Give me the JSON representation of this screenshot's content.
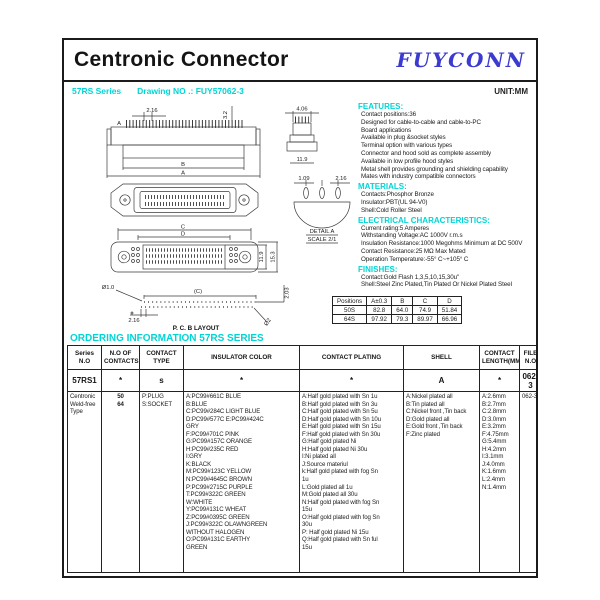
{
  "header": {
    "title": "Centronic Connector",
    "logo": "FUYCONN",
    "series": "57RS Series",
    "drawing_no": "Drawing NO .: FUY57062-3",
    "unit": "UNIT:MM"
  },
  "specs": {
    "features": {
      "heading": "FEATURES:",
      "items": [
        "Contact positions:36",
        "Designed for cable-to-cable and cable-to-PC",
        "Board applications",
        "Available in plug &socket styles",
        "Terminal option with various types",
        "Connector and hood sold as complete assembly",
        "Available in low profile hood styles",
        "Metal shell provides grounding and shielding capability",
        "Mates with industry compatible connectors"
      ]
    },
    "materials": {
      "heading": "MATERIALS:",
      "items": [
        "Contacts:Phosphor Bronze",
        "Insulator:PBT(UL 94-V0)",
        "Shell:Cold Roller Steel"
      ]
    },
    "electrical": {
      "heading": "ELECTRICAL CHARACTERISTICS:",
      "items": [
        "Current rating:5 Amperes",
        "Withstanding Voltage:AC 1000V r.m.s",
        "Insulation Resistance:1000  Megohms Minimum at DC 500V",
        "Contact Resistance:25 MΩ  Max Mated",
        "Operation Temperature:-55° C~+105° C"
      ]
    },
    "finishes": {
      "heading": "FINISHES:",
      "items": [
        "Contact:Gold Flash 1,3,5,10,15,30u\"",
        "Shell:Steel Zinc Plated,Tin Plated Or Nickel Plated Steel"
      ]
    }
  },
  "positions_table": {
    "headers": [
      "Positions",
      "A±0.3",
      "B",
      "C",
      "D"
    ],
    "rows": [
      [
        "50S",
        "82.8",
        "64.0",
        "74.9",
        "51.84"
      ],
      [
        "64S",
        "97.92",
        "79.3",
        "89.97",
        "66.96"
      ]
    ]
  },
  "ordering": {
    "heading": "ORDERING INFORMATION 57RS SERIES",
    "col_headers": [
      "Series\nN.O",
      "N.O OF\nCONTACTS",
      "CONTACT\nTYPE",
      "INSULATOR COLOR",
      "CONTACT PLATING",
      "SHELL",
      "CONTACT\nLENGTH(MM)",
      "FILE\nN.O"
    ],
    "code_row": [
      "57RS1",
      "*",
      "s",
      "*",
      "*",
      "A",
      "*",
      "062-3"
    ],
    "detail_row": {
      "series": "Centronic\nWeld-free\nType",
      "contacts": "50\n64",
      "contact_type": "P:PLUG\nS:SOCKET",
      "insulator_color": "A:PC99#661C BLUE\nB:BLUE\nC:PC99#284C LIGHT BLUE\nD:PC99#577C E:PC99#424C\nGRY\nF:PC99#701C PINK\nG:PC99#157C ORANGE\nH:PC99#235C RED\nI:GRY\nK:BLACK\nM:PC99#123C YELLOW\nN:PC99#4645C BROWN\nP:PC99#2715C PURPLE\nT:PC99#322C GREEN\nW:WHITE\nY:PC99#131C WHEAT\nZ:PC99#0395C GREEN\nJ:PC99#322C OLAWNGREEN\nWITHOUT HALOGEN\nO:PC99#131C EARTHY\nGREEN",
      "contact_plating": "A:Half gold plated with Sn 1u\nB:Half gold plated with Sn 3u\nC:Half gold plated with Sn 5u\nD:Half gold plated with Sn 10u\nE:Half gold plated with Sn 15u\nF:Half gold plated with Sn 30u\nG:Half gold plated Ni\nH:Half gold plated Ni 30u\nI:Ni plated all\nJ:Source materiul\nk:Half gold plated with fog Sn\n1u\nL:Gold plated all 1u\nM:Gold plated all 30u\nN:Half gold plated with fog Sn\n15u\nO:Half gold plated with fog Sn\n30u\nP:  Half gold plated Ni 15u\nQ:Half gold plated with Sn ful\n15u",
      "shell": "A:Nickel plated all\nB:Tin plated all\nC:Nickel front ,Tin back\nD:Gold plated all\nE:Gold front ,Tin back\nF:Zinc plated",
      "contact_length": "A:2.6mm\nB:2.7mm\nC:2.8mm\nD:3.0mm\nE:3.2mm\nF:4.75mm\nG:5.4mm\nH:4.2mm\nI:3.1mm\nJ:4.0mm\nK:1.6mm\nL:2.4mm\nN:1.4mm",
      "file_no": "062-3"
    }
  },
  "drawing": {
    "dims": {
      "pitch_top": "2.16",
      "h_32": "3.2",
      "marker_a": "A",
      "b": "B",
      "a": "A",
      "w_406": "4.06",
      "h_119_side": "11.9",
      "det_109": "1.09",
      "det_216": "2.16",
      "detail_cap": "DETAIL A",
      "detail_scale": "SCALE 2/1",
      "c": "C",
      "d": "D",
      "h_119": "11.9",
      "h_153": "15.3",
      "v_203": "2.03",
      "phi_10": "Ø1.0",
      "c_paren": "(C)",
      "pitch_pcb": "2.16",
      "phi_2": "Ø2",
      "pcb_caption": "P. C. B LAYOUT"
    }
  }
}
